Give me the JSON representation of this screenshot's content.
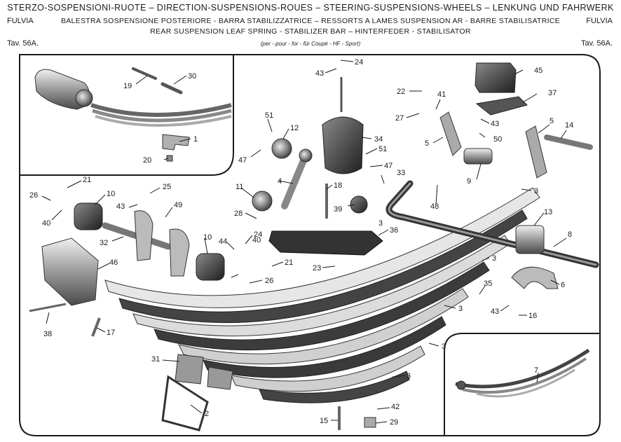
{
  "header": {
    "line1": "STERZO-SOSPENSIONI-RUOTE – DIRECTION-SUSPENSIONS-ROUES – STEERING-SUSPENSIONS-WHEELS – LENKUNG UND FAHRWERK",
    "line2": "BALESTRA SOSPENSIONE POSTERIORE - BARRA STABILIZZATRICE – RESSORTS A LAMES SUSPENSION AR - BARRE STABILISATRICE",
    "line3": "REAR SUSPENSION LEAF SPRING - STABILIZER BAR – HINTERFEDER - STABILISATOR",
    "subtitle": "(per - pour - for - für Coupé - HF - Sport)",
    "model_left": "FULVIA",
    "model_right": "FULVIA",
    "table_left": "Tav. 56A.",
    "table_right": "Tav. 56A."
  },
  "callouts": [
    "1",
    "2",
    "3",
    "3",
    "3",
    "3",
    "3",
    "3",
    "4",
    "5",
    "5",
    "6",
    "7",
    "8",
    "9",
    "10",
    "10",
    "11",
    "12",
    "13",
    "14",
    "15",
    "16",
    "17",
    "18",
    "19",
    "20",
    "21",
    "21",
    "22",
    "23",
    "24",
    "24",
    "25",
    "26",
    "26",
    "27",
    "28",
    "29",
    "30",
    "31",
    "32",
    "33",
    "34",
    "35",
    "36",
    "37",
    "38",
    "39",
    "40",
    "40",
    "41",
    "42",
    "43",
    "43",
    "43",
    "43",
    "44",
    "45",
    "46",
    "47",
    "47",
    "48",
    "49",
    "50",
    "51",
    "51"
  ],
  "colors": {
    "ink": "#1a1a1a",
    "paper": "#ffffff",
    "part_dark": "#3a3a3a",
    "part_mid": "#8c8c8c",
    "part_light": "#d6d6d6"
  }
}
